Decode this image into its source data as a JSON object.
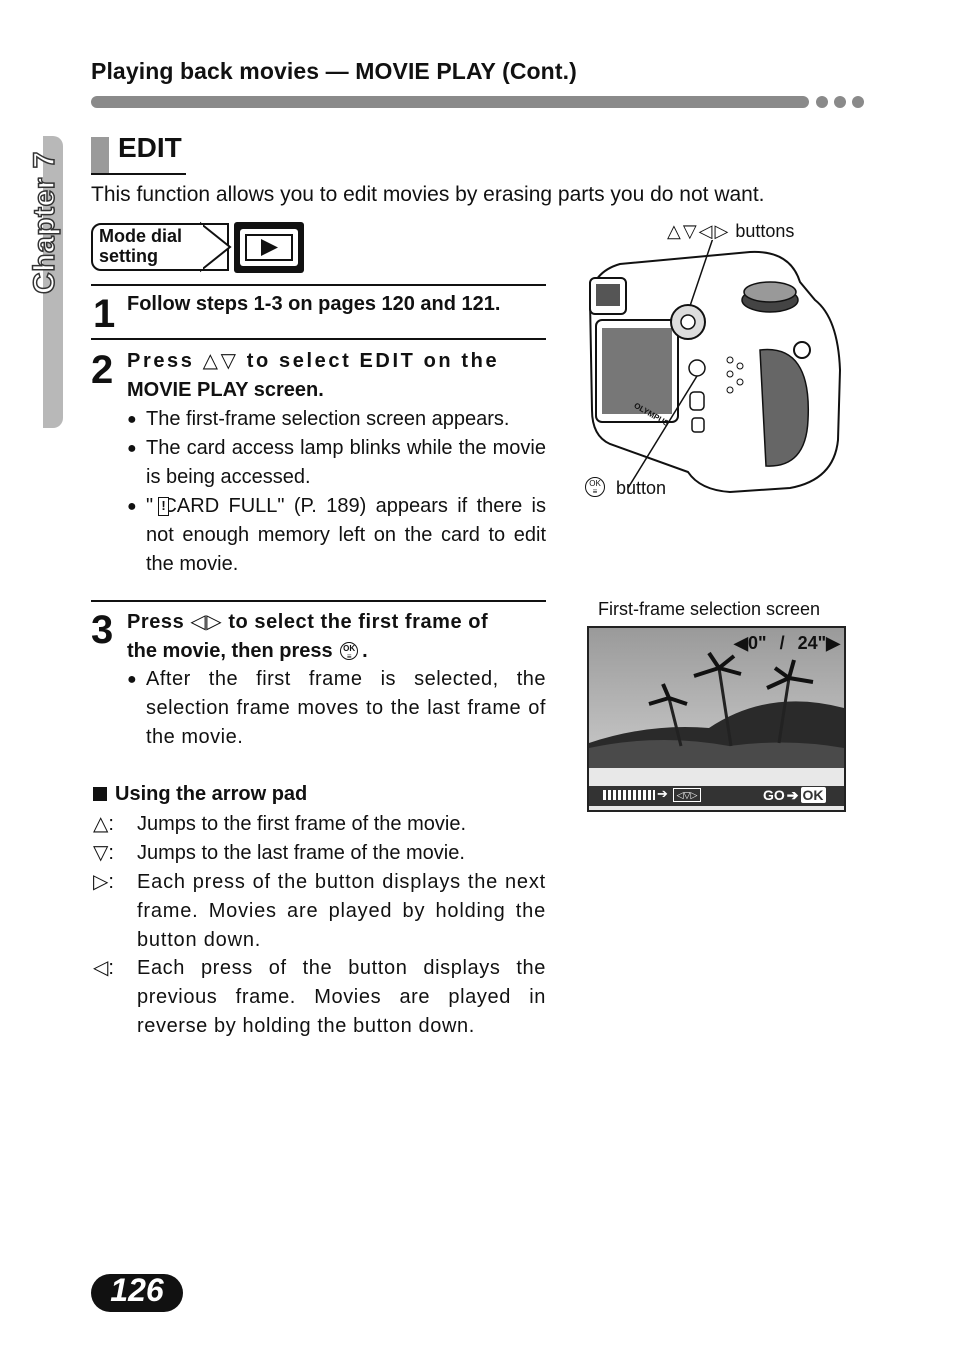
{
  "header": {
    "title": "Playing back movies — MOVIE PLAY (Cont.)"
  },
  "sidebar": {
    "chapter_label": "Chapter 7"
  },
  "section": {
    "title": "EDIT",
    "intro": "This function allows you to edit movies by erasing parts you do not want."
  },
  "mode_dial": {
    "line1": "Mode dial",
    "line2": "setting",
    "icon": "playback-icon"
  },
  "steps": [
    {
      "number": "1",
      "heading": "Follow steps 1-3 on pages 120 and 121."
    },
    {
      "number": "2",
      "heading_part1": "Press ",
      "heading_symbols": "△▽",
      "heading_part2": " to select EDIT on the",
      "heading_line2": "MOVIE PLAY screen.",
      "bullets": [
        "The first-frame selection screen appears.",
        "The card access lamp blinks while the movie is being accessed.",
        "\"  CARD FULL\" (P. 189) appears if there is not enough memory left on the card to edit the movie."
      ]
    },
    {
      "number": "3",
      "heading_part1": "Press ",
      "heading_symbols": "◁▷",
      "heading_part2": " to select the first frame of",
      "heading_line2a": "the movie, then press ",
      "heading_line2b": ".",
      "bullets": [
        "After the first frame is selected, the selection frame moves to the last frame of the movie."
      ]
    }
  ],
  "arrow_pad": {
    "heading": "Using the arrow pad",
    "items": [
      {
        "symbol": "△:",
        "text": "Jumps to the first frame of the movie."
      },
      {
        "symbol": "▽:",
        "text": "Jumps to the last frame of the movie."
      },
      {
        "symbol": "▷:",
        "text": "Each press of the button displays the next frame. Movies are played by holding the button down."
      },
      {
        "symbol": "◁:",
        "text": "Each press of the button displays the previous frame. Movies are played in reverse by holding the button down."
      }
    ]
  },
  "camera_figure": {
    "arrow_buttons_symbols": "△▽◁▷",
    "arrow_buttons_label": "buttons",
    "ok_button_label": "button",
    "brand": "OLYMPUS"
  },
  "screen_figure": {
    "caption": "First-frame selection screen",
    "time_start": "0\"",
    "separator": "/",
    "time_end": "24\"",
    "go_label": "GO",
    "ok_label": "OK"
  },
  "page_number": "126"
}
